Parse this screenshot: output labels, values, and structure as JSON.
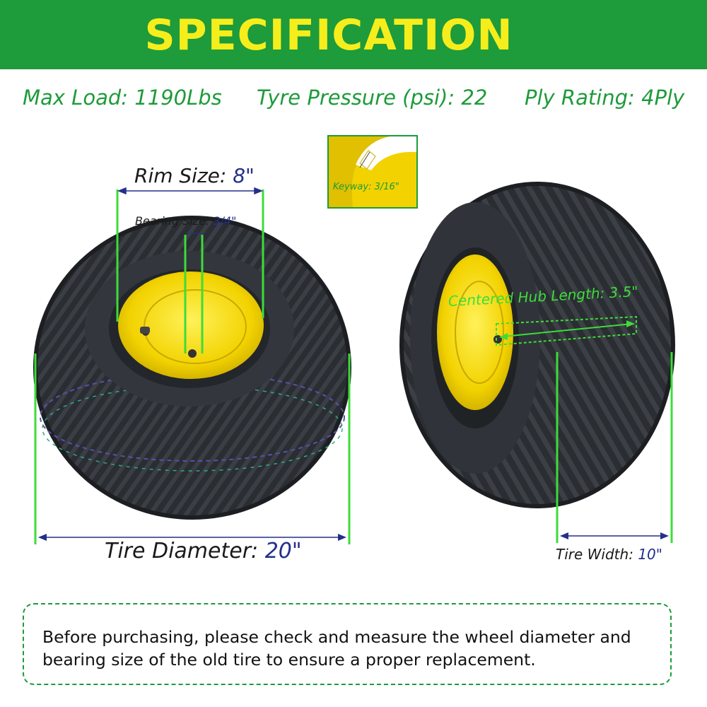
{
  "header": {
    "title": "SPECIFICATION"
  },
  "specs": {
    "max_load": {
      "label": "Max Load:",
      "value": "1190Lbs"
    },
    "tyre_pressure": {
      "label": "Tyre Pressure (psi):",
      "value": "22"
    },
    "ply_rating": {
      "label": "Ply Rating:",
      "value": "4Ply"
    }
  },
  "dimensions": {
    "rim_size": {
      "label": "Rim Size:",
      "value": "8\""
    },
    "bearing_size": {
      "label": "Bearing Size:",
      "value": "3/4\""
    },
    "keyway": {
      "label": "Keyway:",
      "value": "3/16\""
    },
    "hub_length": {
      "label": "Centered Hub Length:",
      "value": "3.5\""
    },
    "tire_diameter": {
      "label": "Tire Diameter:",
      "value": "20\""
    },
    "tire_width": {
      "label": "Tire Width:",
      "value": "10\""
    }
  },
  "note": {
    "text": "Before purchasing, please check and measure the wheel diameter and bearing size of the old tire to ensure a proper replacement."
  },
  "colors": {
    "brand_green": "#1e9b3a",
    "title_yellow": "#f6ee1c",
    "value_navy": "#242f8c",
    "rim_yellow": "#f2d200",
    "line_green": "#3ddc3a"
  }
}
